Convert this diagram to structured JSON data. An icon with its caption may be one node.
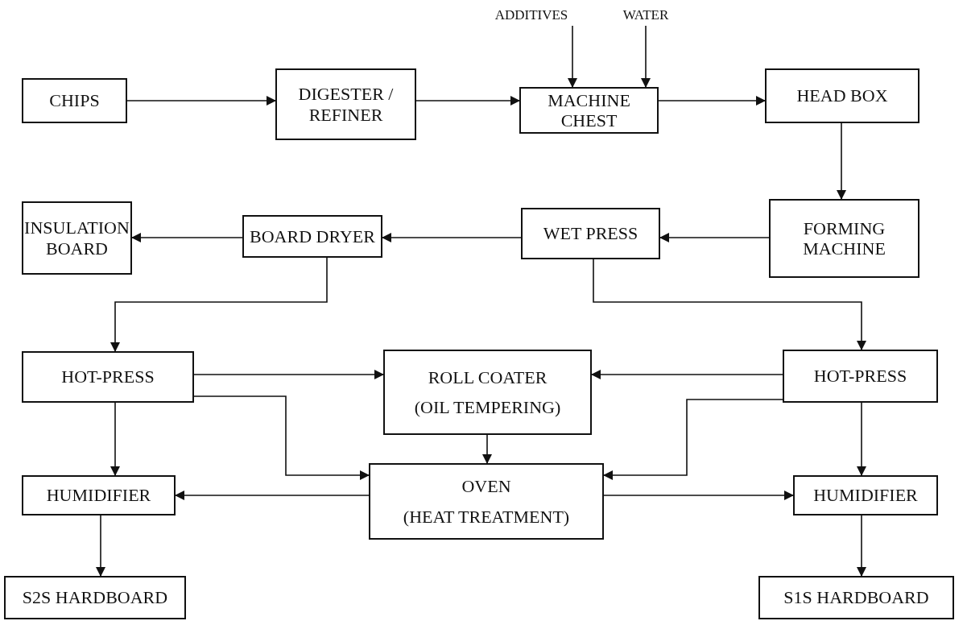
{
  "diagram": {
    "nodes": [
      {
        "text": [
          "ADDITIVES"
        ]
      },
      {
        "text": [
          "WATER"
        ]
      },
      {
        "text": [
          "CHIPS"
        ]
      },
      {
        "text": [
          "DIGESTER / REFINER"
        ]
      },
      {
        "text": [
          "MACHINE CHEST"
        ]
      },
      {
        "text": [
          "HEAD BOX"
        ]
      },
      {
        "text": [
          "FORMING MACHINE"
        ]
      },
      {
        "text": [
          "WET PRESS"
        ]
      },
      {
        "text": [
          "BOARD DRYER"
        ]
      },
      {
        "text": [
          "INSULATION BOARD"
        ]
      },
      {
        "text": [
          "HOT-PRESS"
        ]
      },
      {
        "text": [
          "ROLL COATER",
          "(OIL TEMPERING)"
        ]
      },
      {
        "text": [
          "HOT-PRESS"
        ]
      },
      {
        "text": [
          "HUMIDIFIER"
        ]
      },
      {
        "text": [
          "OVEN",
          "(HEAT TREATMENT)"
        ]
      },
      {
        "text": [
          "HUMIDIFIER"
        ]
      },
      {
        "text": [
          "S2S HARDBOARD"
        ]
      },
      {
        "text": [
          "S1S HARDBOARD"
        ]
      }
    ],
    "edges": [
      {
        "from": 0,
        "to": 4,
        "arrow": "to"
      },
      {
        "from": 1,
        "to": 4,
        "arrow": "to"
      },
      {
        "from": 2,
        "to": 3,
        "arrow": "to"
      },
      {
        "from": 3,
        "to": 4,
        "arrow": "to"
      },
      {
        "from": 4,
        "to": 5,
        "arrow": "to"
      },
      {
        "from": 5,
        "to": 6,
        "arrow": "to"
      },
      {
        "from": 6,
        "to": 7,
        "arrow": "to"
      },
      {
        "from": 7,
        "to": 8,
        "arrow": "to"
      },
      {
        "from": 8,
        "to": 9,
        "arrow": "to"
      },
      {
        "from": 8,
        "to": 10,
        "arrow": "to"
      },
      {
        "from": 7,
        "to": 12,
        "arrow": "to"
      },
      {
        "from": 10,
        "to": 11,
        "arrow": "to"
      },
      {
        "from": 12,
        "to": 11,
        "arrow": "to"
      },
      {
        "from": 10,
        "to": 14,
        "arrow": "to"
      },
      {
        "from": 12,
        "to": 14,
        "arrow": "to"
      },
      {
        "from": 11,
        "to": 14,
        "arrow": "to"
      },
      {
        "from": 10,
        "to": 13,
        "arrow": "to"
      },
      {
        "from": 12,
        "to": 15,
        "arrow": "to"
      },
      {
        "from": 14,
        "to": 13,
        "arrow": "to"
      },
      {
        "from": 14,
        "to": 15,
        "arrow": "to"
      },
      {
        "from": 13,
        "to": 16,
        "arrow": "to"
      },
      {
        "from": 15,
        "to": 17,
        "arrow": "to"
      }
    ]
  }
}
